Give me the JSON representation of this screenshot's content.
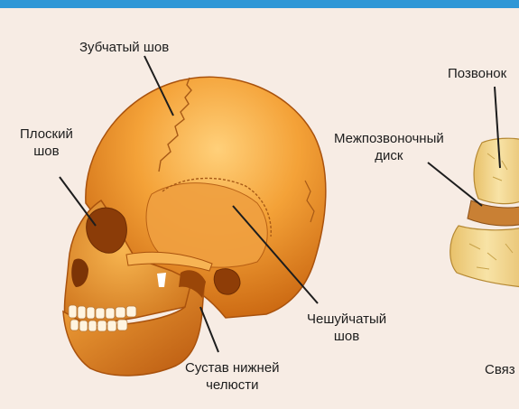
{
  "labels": {
    "coronal_suture": "Зубчатый шов",
    "flat_suture": [
      "Плоский",
      "шов"
    ],
    "intervertebral_disc": [
      "Межпозвоночный",
      "диск"
    ],
    "vertebra": "Позвонок",
    "squamous_suture": [
      "Чешуйчатый",
      "шов"
    ],
    "jaw_joint": [
      "Сустав нижней",
      "челюсти"
    ],
    "ligament": "Связ"
  },
  "colors": {
    "top_bar": "#2f97d6",
    "background": "#f7ece4",
    "bone_light": "#f6b24a",
    "bone_mid": "#ec8d22",
    "bone_dark": "#a94c0c",
    "vertebra_body": "#f2d489",
    "disc": "#c97d34",
    "leader_line": "#1d1d1d"
  }
}
